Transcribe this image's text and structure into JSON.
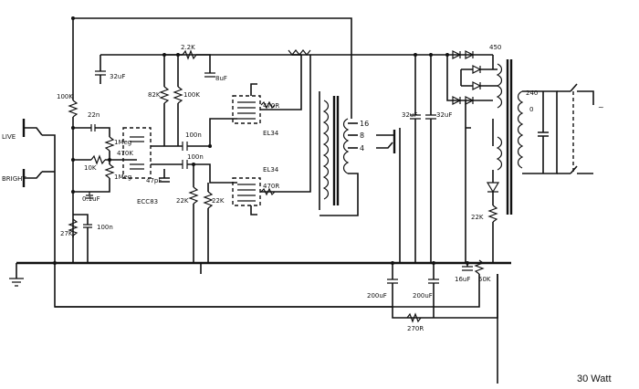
{
  "title": "30 Watt",
  "labels": {
    "input_live": "LIVE",
    "input_other": "BRIGHT",
    "r_100k_a": "100K",
    "c_22n": "22n",
    "r_1meg_a": "1Meg",
    "r_470k_a": "470K",
    "r_10k": "10K",
    "r_1meg_b": "1Meg",
    "c_01uf": "0.1uF",
    "preamp_tube": "ECC83",
    "r_27k": "27K",
    "c_100n_a": "100n",
    "r_2k2": "2.2K",
    "c_32uf": "32uF",
    "r_82k": "82K",
    "r_100k_b": "100K",
    "c_8uf": "8uF",
    "c_100n_b": "100n",
    "c_100n_c": "100n",
    "c_47pf": "47pF",
    "r_22k_a": "22K",
    "r_22k_b": "22K",
    "power_tube_a": "EL34",
    "power_tube_b": "EL34",
    "r_470r_a": "470R",
    "r_470r_b": "470R",
    "tap_16": "16",
    "tap_8": "8",
    "tap_4": "4",
    "c_32uf_b": "32uF",
    "c_32uf_c": "32uF",
    "v_450": "450",
    "v_240": "240",
    "v_0": "0",
    "r_22k_c": "22K",
    "c_200uf_a": "200uF",
    "c_200uf_b": "200uF",
    "r_270r": "270R",
    "c_16uf": "16uF",
    "r_50k": "50K"
  },
  "mains_symbol": "~"
}
